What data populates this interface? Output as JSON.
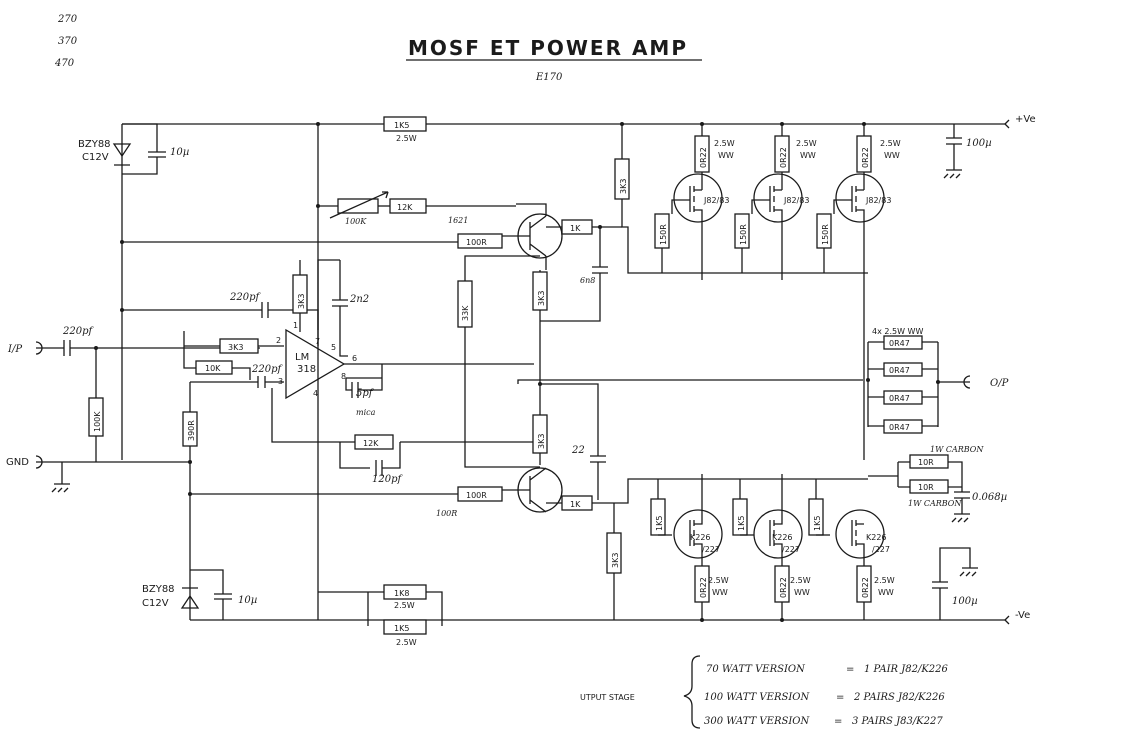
{
  "margin_notes": [
    "270",
    "370",
    "470"
  ],
  "title": "MOSF ET POWER AMP",
  "subtitle_note": "E170",
  "rails": {
    "positive": "+Ve",
    "negative": "-Ve"
  },
  "ports": {
    "input": "I/P",
    "ground": "GND",
    "output": "O/P"
  },
  "components": {
    "zener_top": [
      "BZY88",
      "C12V"
    ],
    "cap_top": "10µ",
    "zener_bot": [
      "BZY88",
      "C12V"
    ],
    "cap_bot": "10µ",
    "r_1k5_top": "1K5",
    "r_1k5_top_w": "2.5W",
    "pot": "100K",
    "r_12k_top": "12K",
    "q_top_note": "1621",
    "r_100r_top": "100R",
    "r_1k_top": "1K",
    "cap_22opf_top": "220pf",
    "r_3k3_in": "3K3",
    "r_10k": "10K",
    "cap_22opf_in": "220pf",
    "r_3k3_v": "3K3",
    "cap_2n2": "2n2",
    "r_33k": "33K",
    "opamp": [
      "LM",
      "318"
    ],
    "pins": [
      "1",
      "2",
      "3",
      "4",
      "5",
      "6",
      "7",
      "8"
    ],
    "cap_5pf": "5pf",
    "cap_5pf_note": "mica",
    "r_100k": "100K",
    "r_390r": "390R",
    "r_12k_fb": "12K",
    "cap_120pf": "120pf",
    "r_3k3_q1": "3K3",
    "r_3k3_q2": "3K3",
    "cap_22": "22",
    "cap_6n8": "6n8",
    "r_100r_bot": "100R",
    "r_100r_bot_note": "100R",
    "r_1k_bot": "1K",
    "r_3k3_top_out": "3K3",
    "r_3k3_bot_out": "3K3",
    "r_0r22": "0R22",
    "wattage": [
      "2.5W",
      "WW"
    ],
    "r_150r": "150R",
    "fet_top": "J82/83",
    "fet_bot": [
      "K226",
      "/227"
    ],
    "r_1k5": "1K5",
    "cap_100u_top": "100µ",
    "cap_100u_bot": "100µ",
    "out_res_header": "4x 2.5W WW",
    "r_0r47": "0R47",
    "r_10r": "10R",
    "r_10r_note": "1W CARBON",
    "cap_0068": "0.068µ",
    "r_1k8": "1K8",
    "r_1k8_w": "2.5W",
    "r_1k5_bot": "1K5",
    "r_1k5_bot_w": "2.5W"
  },
  "output_stage": {
    "label": "UTPUT STAGE",
    "lines": [
      {
        "version": "70 WATT VERSION",
        "eq": "=",
        "spec": "1 PAIR J82/K226"
      },
      {
        "version": "100 WATT VERSION",
        "eq": "=",
        "spec": "2 PAIRS J82/K226"
      },
      {
        "version": "300 WATT VERSION",
        "eq": "=",
        "spec": "3 PAIRS J83/K227"
      }
    ]
  }
}
